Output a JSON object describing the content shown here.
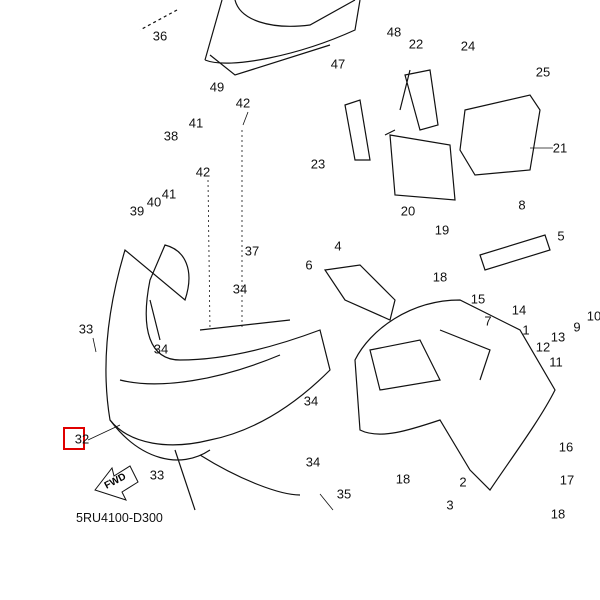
{
  "diagram_code": "5RU4100-D300",
  "fwd_label": "FWD",
  "highlight_color": "#e00000",
  "callouts": [
    "36",
    "49",
    "47",
    "48",
    "22",
    "24",
    "25",
    "21",
    "23",
    "20",
    "19",
    "42",
    "41",
    "38",
    "42",
    "41",
    "40",
    "39",
    "8",
    "5",
    "37",
    "4",
    "6",
    "34",
    "18",
    "15",
    "14",
    "7",
    "1",
    "33",
    "34",
    "12",
    "13",
    "9",
    "10",
    "11",
    "34",
    "32",
    "34",
    "16",
    "18",
    "2",
    "17",
    "33",
    "35",
    "3",
    "18"
  ],
  "highlighted_callout": "32"
}
